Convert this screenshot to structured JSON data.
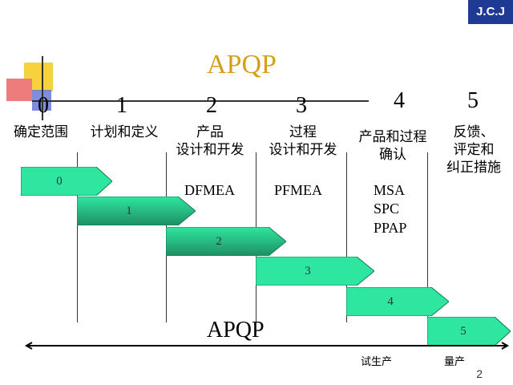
{
  "logo": "J.C.J",
  "title_top": "APQP",
  "title_bottom": "APQP",
  "phases": [
    {
      "num": "0",
      "label": "确定范围"
    },
    {
      "num": "1",
      "label": "计划和定义"
    },
    {
      "num": "2",
      "label": "产品\n设计和开发"
    },
    {
      "num": "3",
      "label": "过程\n设计和开发"
    },
    {
      "num": "4",
      "label": "产品和过程\n确认"
    },
    {
      "num": "5",
      "label": "反馈、\n评定和\n纠正措施"
    }
  ],
  "tools": {
    "phase2": "DFMEA",
    "phase3": "PFMEA",
    "phase4": [
      "MSA",
      "SPC",
      "PPAP"
    ]
  },
  "bars": [
    "0",
    "1",
    "2",
    "3",
    "4",
    "5"
  ],
  "timeline_labels": {
    "trial": "试生产",
    "mass": "量产"
  },
  "page_number": "2",
  "colors": {
    "bar_fill": "#2ee6a0",
    "bar_fill_dark": "#1e8f63",
    "title_gold": "#d4a017",
    "logo_bg": "#1f3a93"
  }
}
